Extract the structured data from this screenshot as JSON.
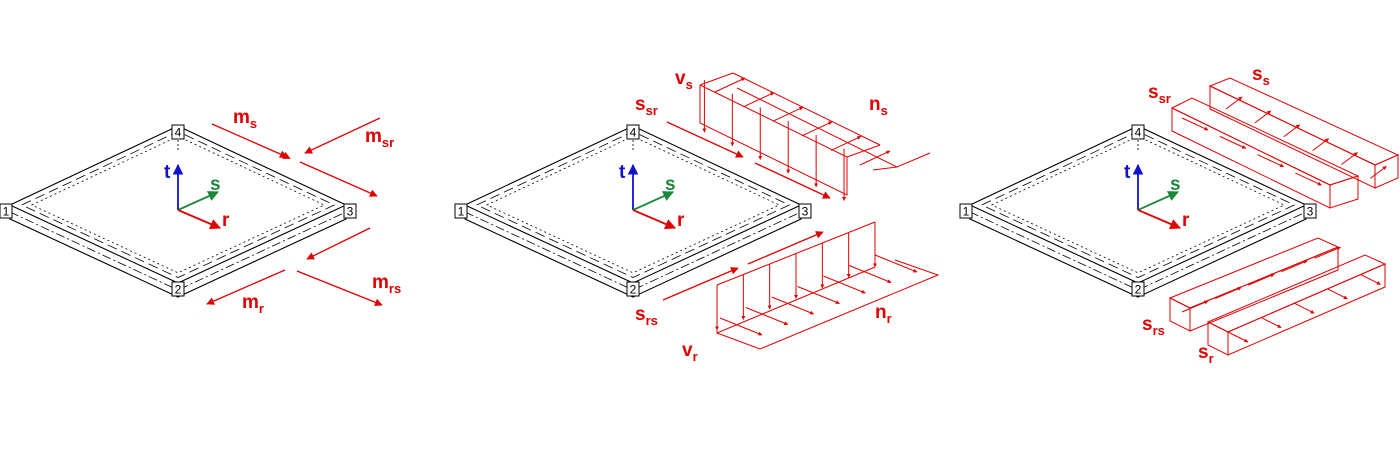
{
  "colors": {
    "force": "#e00000",
    "outline": "#000000",
    "axis_t": "#1010d0",
    "axis_s": "#1a8a3a",
    "axis_r": "#e00000"
  },
  "nodes": [
    "1",
    "2",
    "3",
    "4"
  ],
  "axes": {
    "t": "t",
    "s": "s",
    "r": "r"
  },
  "panel1": {
    "m_s": {
      "base": "m",
      "sub": "s"
    },
    "m_sr": {
      "base": "m",
      "sub": "sr"
    },
    "m_r": {
      "base": "m",
      "sub": "r"
    },
    "m_rs": {
      "base": "m",
      "sub": "rs"
    }
  },
  "panel2": {
    "v_s": {
      "base": "v",
      "sub": "s"
    },
    "s_sr": {
      "base": "s",
      "sub": "sr"
    },
    "n_s": {
      "base": "n",
      "sub": "s"
    },
    "s_rs": {
      "base": "s",
      "sub": "rs"
    },
    "v_r": {
      "base": "v",
      "sub": "r"
    },
    "n_r": {
      "base": "n",
      "sub": "r"
    }
  },
  "panel3": {
    "s_sr": {
      "base": "s",
      "sub": "sr"
    },
    "s_s": {
      "base": "s",
      "sub": "s"
    },
    "s_rs": {
      "base": "s",
      "sub": "rs"
    },
    "s_r": {
      "base": "s",
      "sub": "r"
    }
  }
}
